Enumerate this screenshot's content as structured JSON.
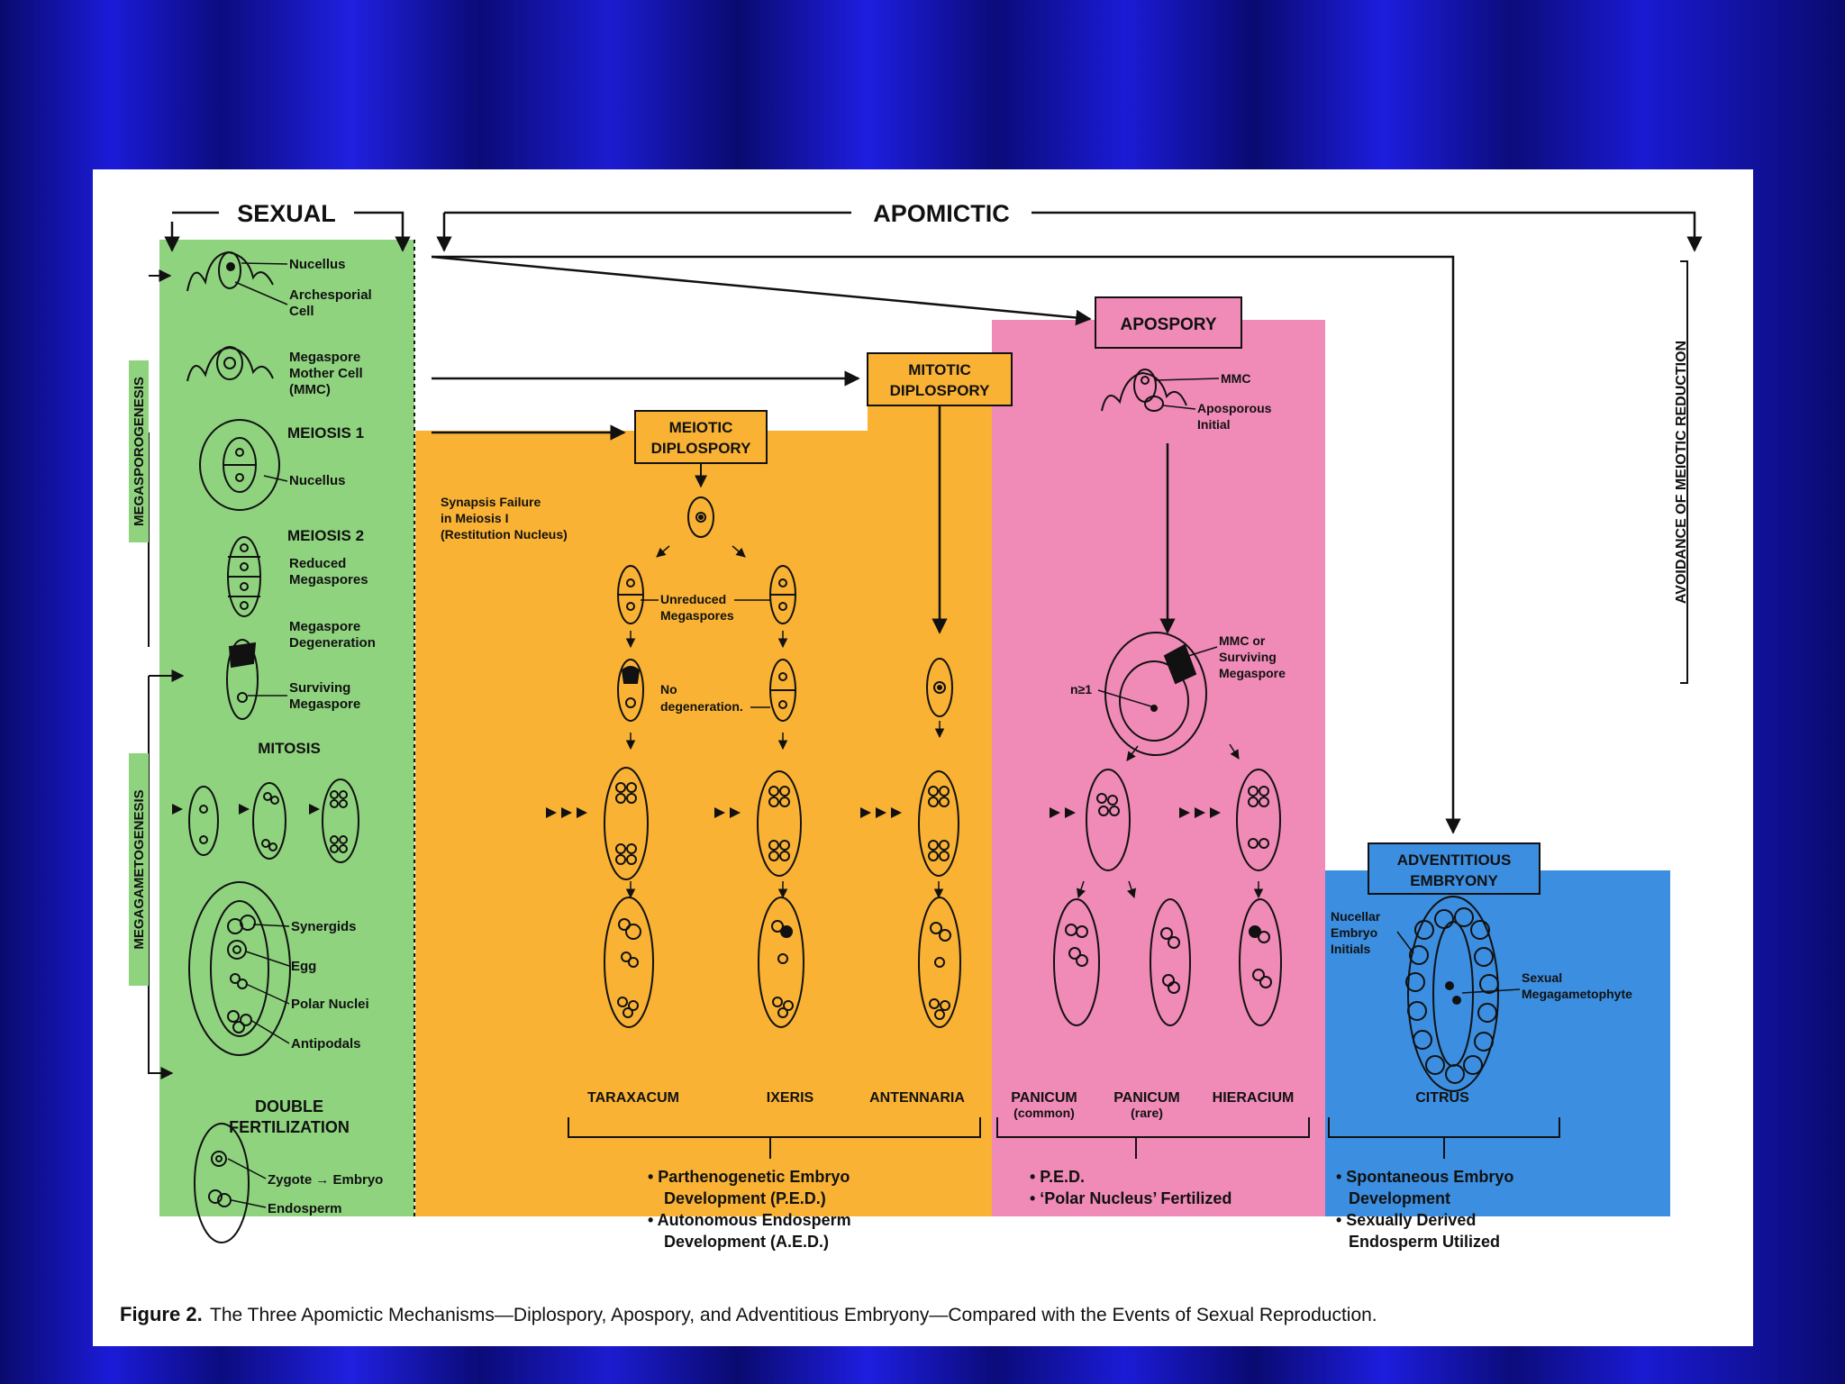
{
  "header": {
    "sexual": "SEXUAL",
    "apomictic": "APOMICTIC",
    "side_label": "AVOIDANCE OF MEIOTIC REDUCTION"
  },
  "sexual": {
    "stage_labels": {
      "megasporogenesis": "MEGASPOROGENESIS",
      "megagametogenesis": "MEGAGAMETOGENESIS"
    },
    "nucellus": "Nucellus",
    "archesporial_1": "Archesporial",
    "archesporial_2": "Cell",
    "mmc_1": "Megaspore",
    "mmc_2": "Mother Cell",
    "mmc_3": "(MMC)",
    "meiosis1": "MEIOSIS 1",
    "nucellus2": "Nucellus",
    "meiosis2": "MEIOSIS 2",
    "reduced_1": "Reduced",
    "reduced_2": "Megaspores",
    "degen_1": "Megaspore",
    "degen_2": "Degeneration",
    "surv_1": "Surviving",
    "surv_2": "Megaspore",
    "mitosis": "MITOSIS",
    "synergids": "Synergids",
    "egg": "Egg",
    "polar": "Polar Nuclei",
    "antipodals": "Antipodals",
    "double_1": "DOUBLE",
    "double_2": "FERTILIZATION",
    "zygote": "Zygote → Embryo",
    "endosperm": "Endosperm"
  },
  "meiotic": {
    "title_1": "MEIOTIC",
    "title_2": "DIPLOSPORY",
    "synapsis_1": "Synapsis Failure",
    "synapsis_2": "in Meiosis I",
    "synapsis_3": "(Restitution Nucleus)",
    "unreduced_1": "Unreduced",
    "unreduced_2": "Megaspores",
    "nodegen_1": "No",
    "nodegen_2": "degeneration.",
    "taraxacum": "TARAXACUM",
    "ixeris": "IXERIS"
  },
  "mitotic": {
    "title_1": "MITOTIC",
    "title_2": "DIPLOSPORY",
    "antennaria": "ANTENNARIA"
  },
  "diplospory_notes": {
    "l1": "• Parthenogenetic Embryo",
    "l2": "Development (P.E.D.)",
    "l3": "• Autonomous Endosperm",
    "l4": "Development (A.E.D.)"
  },
  "apospory": {
    "title": "APOSPORY",
    "mmc": "MMC",
    "apo_1": "Aposporous",
    "apo_2": "Initial",
    "mmcs_1": "MMC or",
    "mmcs_2": "Surviving",
    "mmcs_3": "Megaspore",
    "n": "n≥1",
    "panicum_c_1": "PANICUM",
    "panicum_c_2": "(common)",
    "panicum_r_1": "PANICUM",
    "panicum_r_2": "(rare)",
    "hieracium": "HIERACIUM",
    "note_1": "• P.E.D.",
    "note_2": "• ‘Polar Nucleus’ Fertilized"
  },
  "adventitious": {
    "title_1": "ADVENTITIOUS",
    "title_2": "EMBRYONY",
    "nuc_1": "Nucellar",
    "nuc_2": "Embryo",
    "nuc_3": "Initials",
    "sex_1": "Sexual",
    "sex_2": "Megagametophyte",
    "citrus": "CITRUS",
    "note_1": "• Spontaneous Embryo",
    "note_2": "Development",
    "note_3": "• Sexually Derived",
    "note_4": "Endosperm Utilized"
  },
  "caption": {
    "label": "Figure 2.",
    "text": "The Three Apomictic Mechanisms—Diplospory, Apospory, and Adventitious Embryony—Compared with the Events of Sexual Reproduction."
  },
  "colors": {
    "sexual": "#8fd37f",
    "diplospory": "#f9b233",
    "apospory": "#f08ab6",
    "adventitious": "#3b8ee0",
    "background": "#1515c8"
  }
}
